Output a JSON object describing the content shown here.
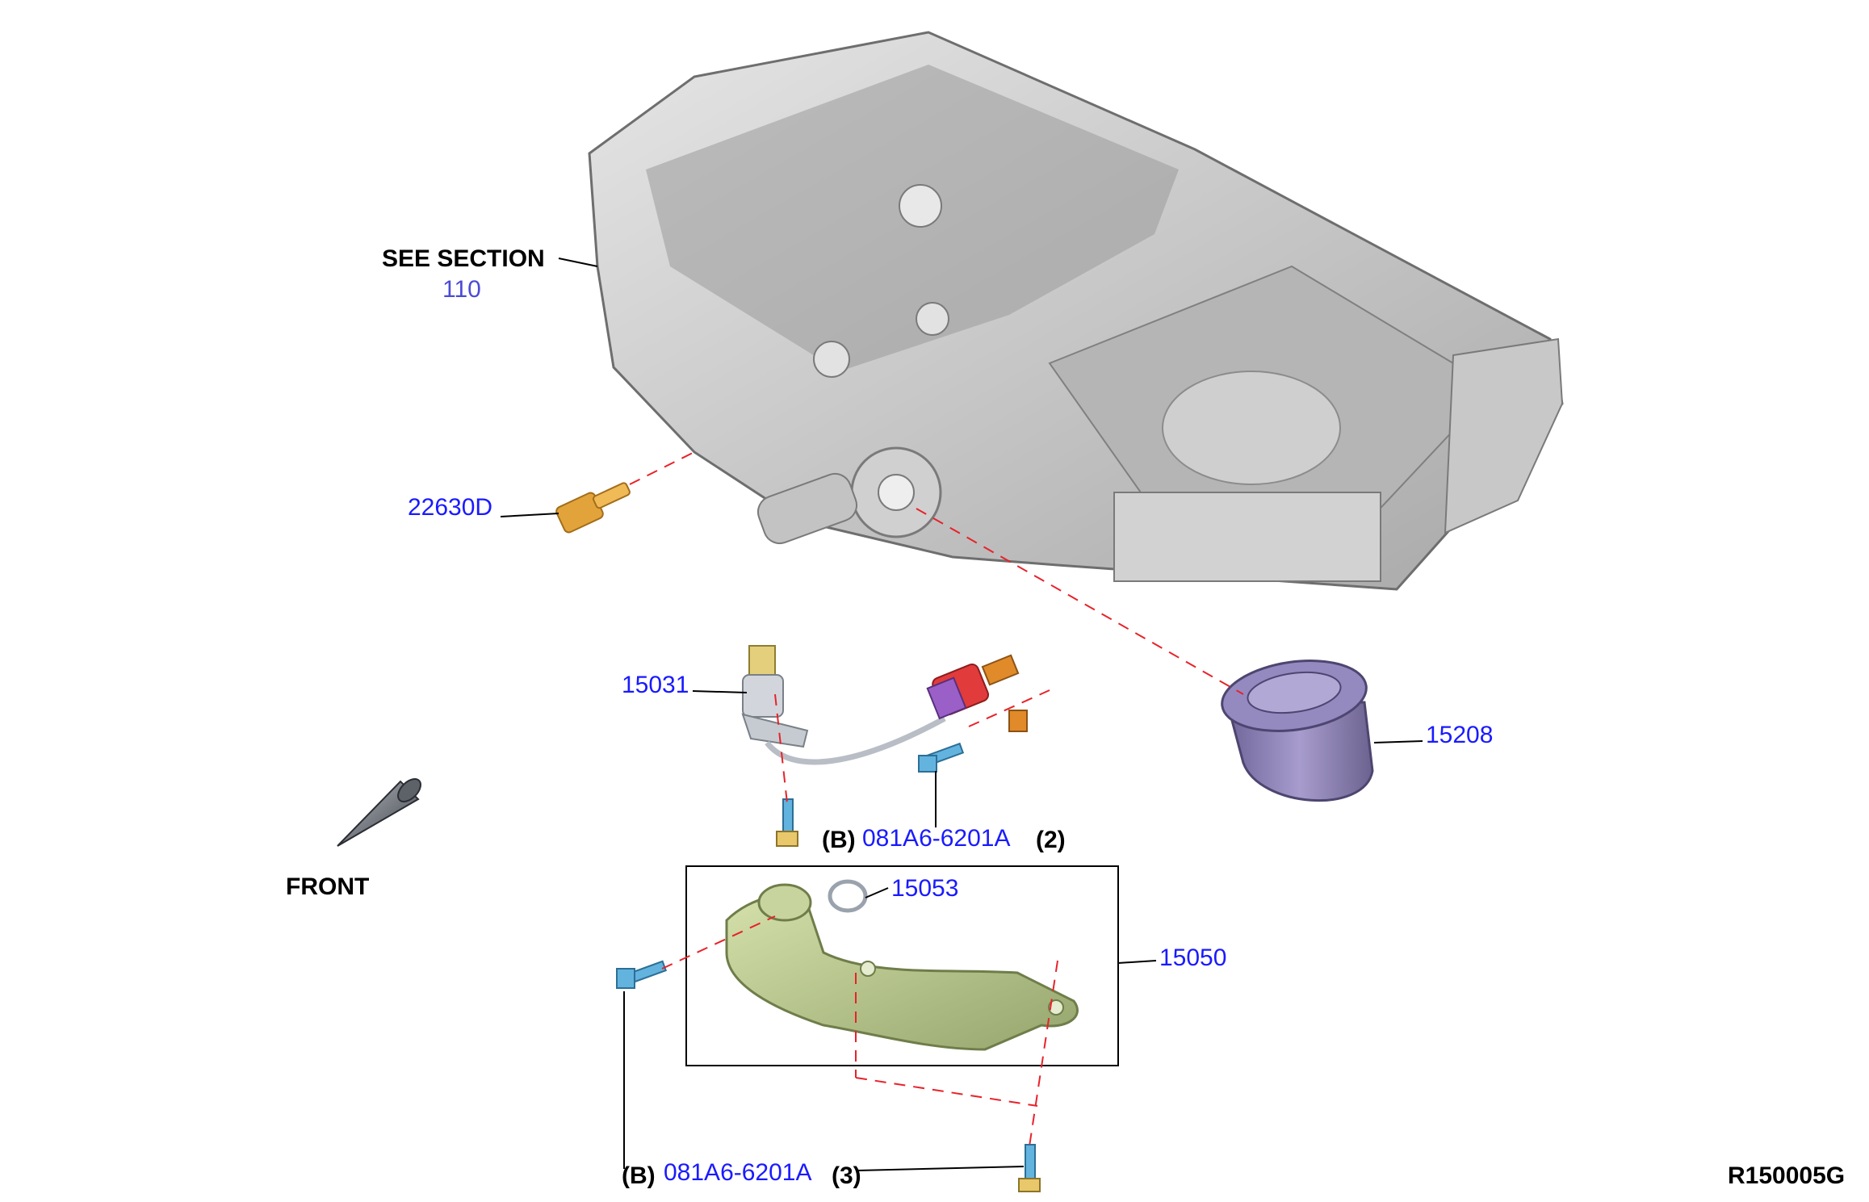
{
  "labels": {
    "see_section_text": "SEE SECTION",
    "see_section_number": "110",
    "front": "FRONT",
    "ref_code": "R150005G"
  },
  "parts": {
    "oil_drain_plug": "22630D",
    "oil_level_sensor": "15031",
    "oil_filter": "15208",
    "bolt_upper": "081A6-6201A",
    "bolt_upper_qty": "(2)",
    "bolt_upper_ref": "(B)",
    "strainer_gasket": "15053",
    "oil_strainer": "15050",
    "bolt_lower": "081A6-6201A",
    "bolt_lower_qty": "(3)",
    "bolt_lower_ref": "(B)"
  },
  "colors": {
    "part_number": "#1a1aff",
    "section_ref": "#4b4bd6",
    "leader": "#000000",
    "centerline": "#e8222a",
    "oil_pan": "#c9c9c9",
    "filter": "#8a7fb8",
    "strainer": "#b9c98e",
    "plug": "#e2a43a",
    "bolt": "#63b3df"
  },
  "icons": {
    "front_arrow": "cone-arrow-icon"
  }
}
